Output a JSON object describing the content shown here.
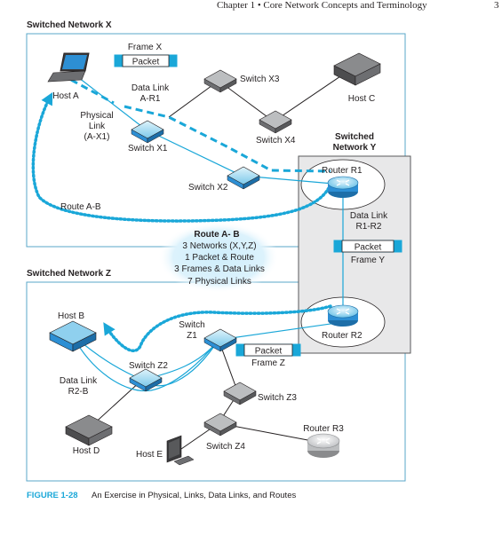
{
  "header": {
    "running_title": "Chapter 1  •  Core Network Concepts and Terminology",
    "page_number": "3"
  },
  "networks": {
    "x": "Switched Network X",
    "y_line1": "Switched",
    "y_line2": "Network Y",
    "z": "Switched Network Z"
  },
  "devices": {
    "host_a": "Host A",
    "host_b": "Host B",
    "host_c": "Host C",
    "host_d": "Host D",
    "host_e": "Host E",
    "switch_x1": "Switch X1",
    "switch_x2": "Switch X2",
    "switch_x3": "Switch X3",
    "switch_x4": "Switch X4",
    "switch_z1_line1": "Switch",
    "switch_z1_line2": "Z1",
    "switch_z2": "Switch Z2",
    "switch_z3": "Switch Z3",
    "switch_z4": "Switch Z4",
    "router_r1": "Router R1",
    "router_r2": "Router R2",
    "router_r3": "Router R3"
  },
  "links": {
    "frame_x": "Frame X",
    "frame_y": "Frame Y",
    "frame_z": "Frame Z",
    "packet": "Packet",
    "data_link_a_r1": [
      "Data Link",
      "A-R1"
    ],
    "physical_link": [
      "Physical",
      "Link",
      "(A-X1)"
    ],
    "data_link_r1_r2": [
      "Data Link",
      "R1-R2"
    ],
    "data_link_r2_b": [
      "Data Link",
      "R2-B"
    ],
    "route_a_b": "Route A-B"
  },
  "summary": {
    "title": "Route A- B",
    "lines": [
      "3 Networks (X,Y,Z)",
      "1 Packet & Route",
      "3 Frames & Data Links",
      "7 Physical Links"
    ]
  },
  "figure": {
    "label": "FIGURE 1-28",
    "caption": "An Exercise in Physical, Links, Data Links, and Routes"
  },
  "colors": {
    "accent": "#1aa7d8",
    "route": "#1aa7d8",
    "box_border": "#5aa7c9",
    "network_y_fill": "#e8e8e9"
  }
}
